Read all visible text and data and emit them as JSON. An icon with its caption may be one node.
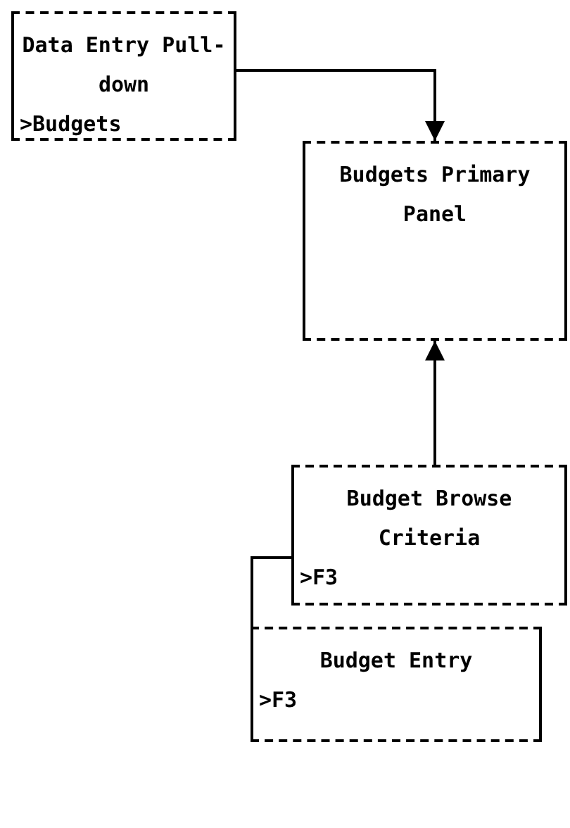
{
  "diagram": {
    "nodes": [
      {
        "text": [
          "Data Entry Pull-down",
          ">Budgets"
        ]
      },
      {
        "text": [
          "Budgets Primary Panel"
        ]
      },
      {
        "text": [
          "Budget Browse Criteria",
          ">F3"
        ]
      },
      {
        "text": [
          "Budget Entry",
          ">F3"
        ]
      }
    ],
    "edges": [
      {
        "from": 0,
        "to": 1,
        "arrow": "to"
      },
      {
        "from": 2,
        "to": 1,
        "arrow": "to"
      },
      {
        "from": 2,
        "to": 3,
        "arrow": "none"
      }
    ]
  }
}
